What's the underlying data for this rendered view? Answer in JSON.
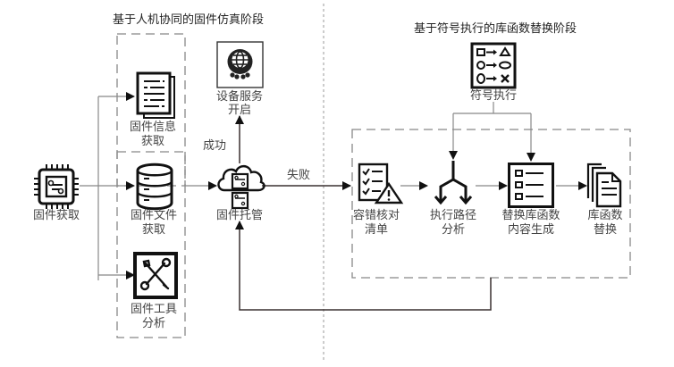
{
  "stages": {
    "emulation": {
      "title": "基于人机协同的固件仿真阶段"
    },
    "replacement": {
      "title": "基于符号执行的库函数替换阶段"
    }
  },
  "nodes": {
    "firmware_acquire": {
      "label_lines": [
        "固件获取"
      ],
      "icon": "chip-icon"
    },
    "firmware_info": {
      "label_lines": [
        "固件信息",
        "获取"
      ],
      "icon": "document-list-icon"
    },
    "firmware_file": {
      "label_lines": [
        "固件文件",
        "获取"
      ],
      "icon": "database-icon"
    },
    "firmware_tool": {
      "label_lines": [
        "固件工具",
        "分析"
      ],
      "icon": "tools-icon"
    },
    "device_service": {
      "label_lines": [
        "设备服务",
        "开启"
      ],
      "icon": "globe-service-icon"
    },
    "firmware_host": {
      "label_lines": [
        "固件托管"
      ],
      "icon": "cloud-chip-icon"
    },
    "symbolic_exec": {
      "label_lines": [
        "符号执行"
      ],
      "icon": "symbol-mapping-icon"
    },
    "fault_checklist": {
      "label_lines": [
        "容错核对",
        "清单"
      ],
      "icon": "checklist-warning-icon"
    },
    "path_analysis": {
      "label_lines": [
        "执行路径",
        "分析"
      ],
      "icon": "branch-arrows-icon"
    },
    "replacement_gen": {
      "label_lines": [
        "替换库函数",
        "内容生成"
      ],
      "icon": "form-list-icon"
    },
    "lib_replace": {
      "label_lines": [
        "库函数",
        "替换"
      ],
      "icon": "documents-stack-icon"
    }
  },
  "edge_labels": {
    "success": "成功",
    "failure": "失败"
  }
}
